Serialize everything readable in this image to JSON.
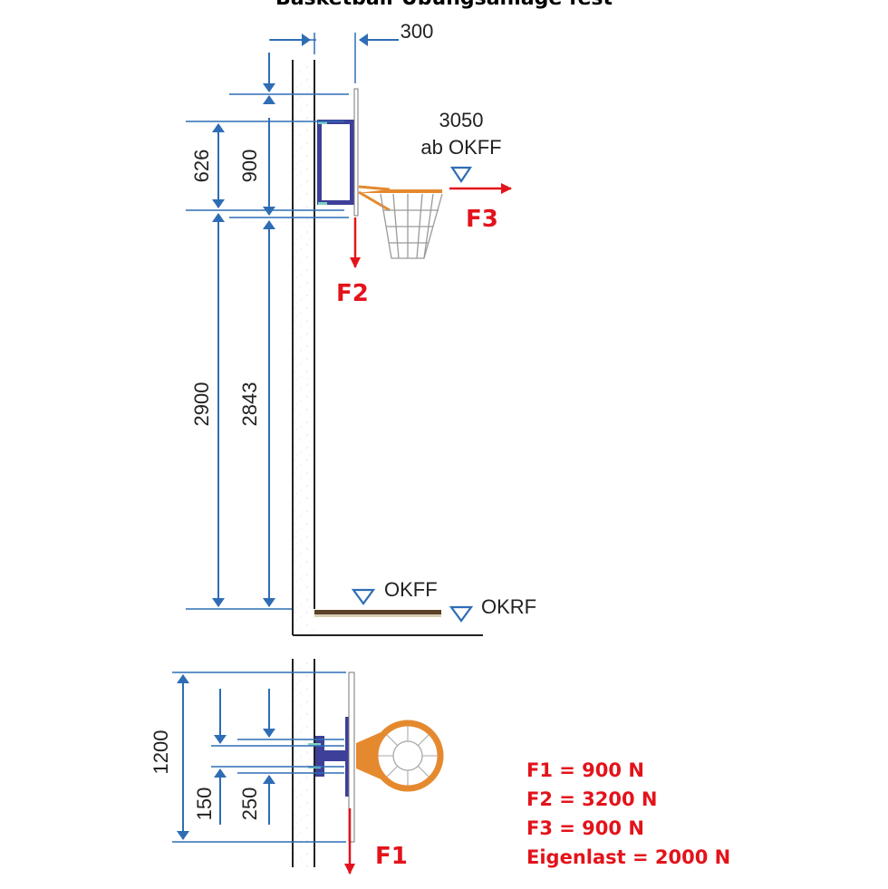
{
  "title": "Basketball-Übungsanlage fest",
  "dimensions": {
    "projection": "300",
    "ring_height": "3050",
    "ring_height_ref": "ab OKFF",
    "upper_626": "626",
    "upper_900": "900",
    "lower_2900": "2900",
    "lower_2843": "2843",
    "plan_1200": "1200",
    "plan_150": "150",
    "plan_250": "250"
  },
  "levels": {
    "okff": "OKFF",
    "okrf": "OKRF"
  },
  "forces": {
    "f1": "F1",
    "f2": "F2",
    "f3": "F3"
  },
  "loads": [
    "F1 = 900 N",
    "F2 = 3200 N",
    "F3 = 900 N",
    "Eigenlast = 2000 N"
  ],
  "colors": {
    "dimension": "#2e6db5",
    "force": "#e3131b",
    "bracket": "#3d3f98",
    "rim": "#e5892f",
    "floor": "#5b4228"
  }
}
